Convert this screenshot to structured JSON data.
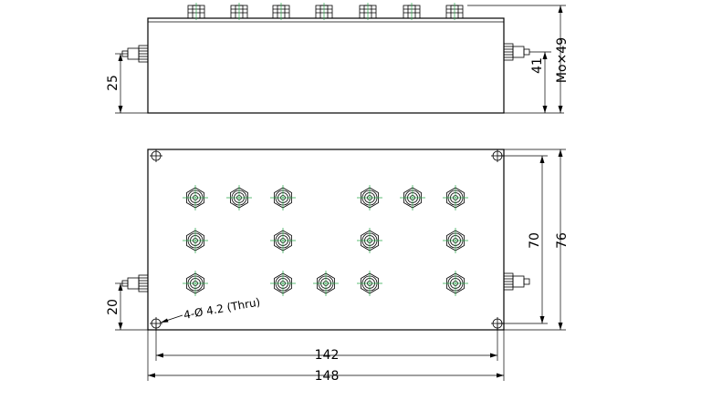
{
  "dimensions": {
    "side_height_25": "25",
    "side_height_41": "41",
    "side_height_mox49": "Mo×49",
    "height_20": "20",
    "height_70": "70",
    "height_76": "76",
    "width_142": "142",
    "width_148": "148"
  },
  "hole_note": "4-Ø 4.2 (Thru)"
}
